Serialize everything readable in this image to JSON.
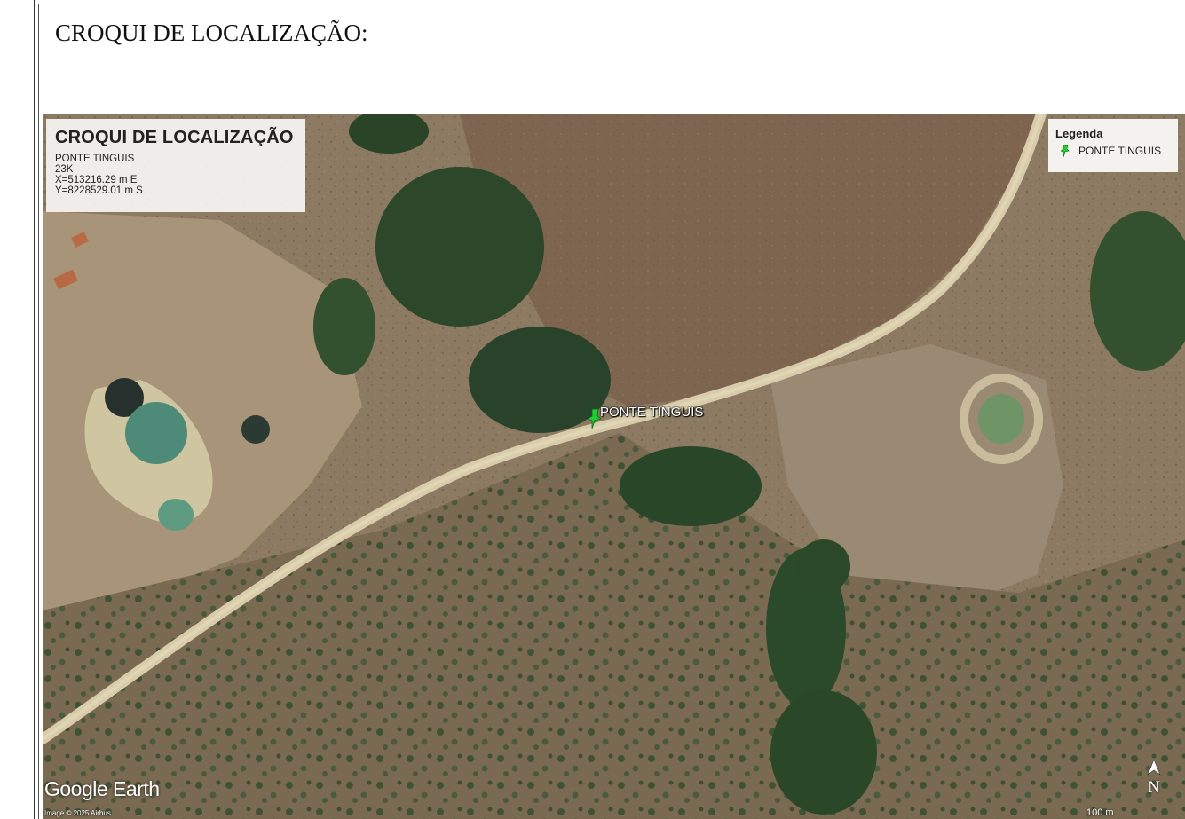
{
  "document": {
    "heading": "CROQUI DE LOCALIZAÇÃO:"
  },
  "map": {
    "info": {
      "title": "CROQUI DE LOCALIZAÇÃO",
      "lines": [
        "PONTE TINGUIS",
        "23K",
        "X=513216.29 m E",
        "Y=8228529.01 m S"
      ]
    },
    "legend": {
      "title": "Legenda",
      "items": [
        {
          "label": "PONTE TINGUIS",
          "icon": "green-pushpin-icon"
        }
      ]
    },
    "placemark": {
      "label": "PONTE TINGUIS",
      "icon": "green-pushpin-icon"
    },
    "logo": "Google Earth",
    "attribution": "Image © 2025 Airbus",
    "north_label": "N",
    "scale_label": "100 m"
  },
  "colors": {
    "dry_grass": "#8a7358",
    "vegetation": "#2f4a2c",
    "road": "#d8ccaa",
    "water": "#5e8f6e",
    "marker": "#22cc33"
  }
}
